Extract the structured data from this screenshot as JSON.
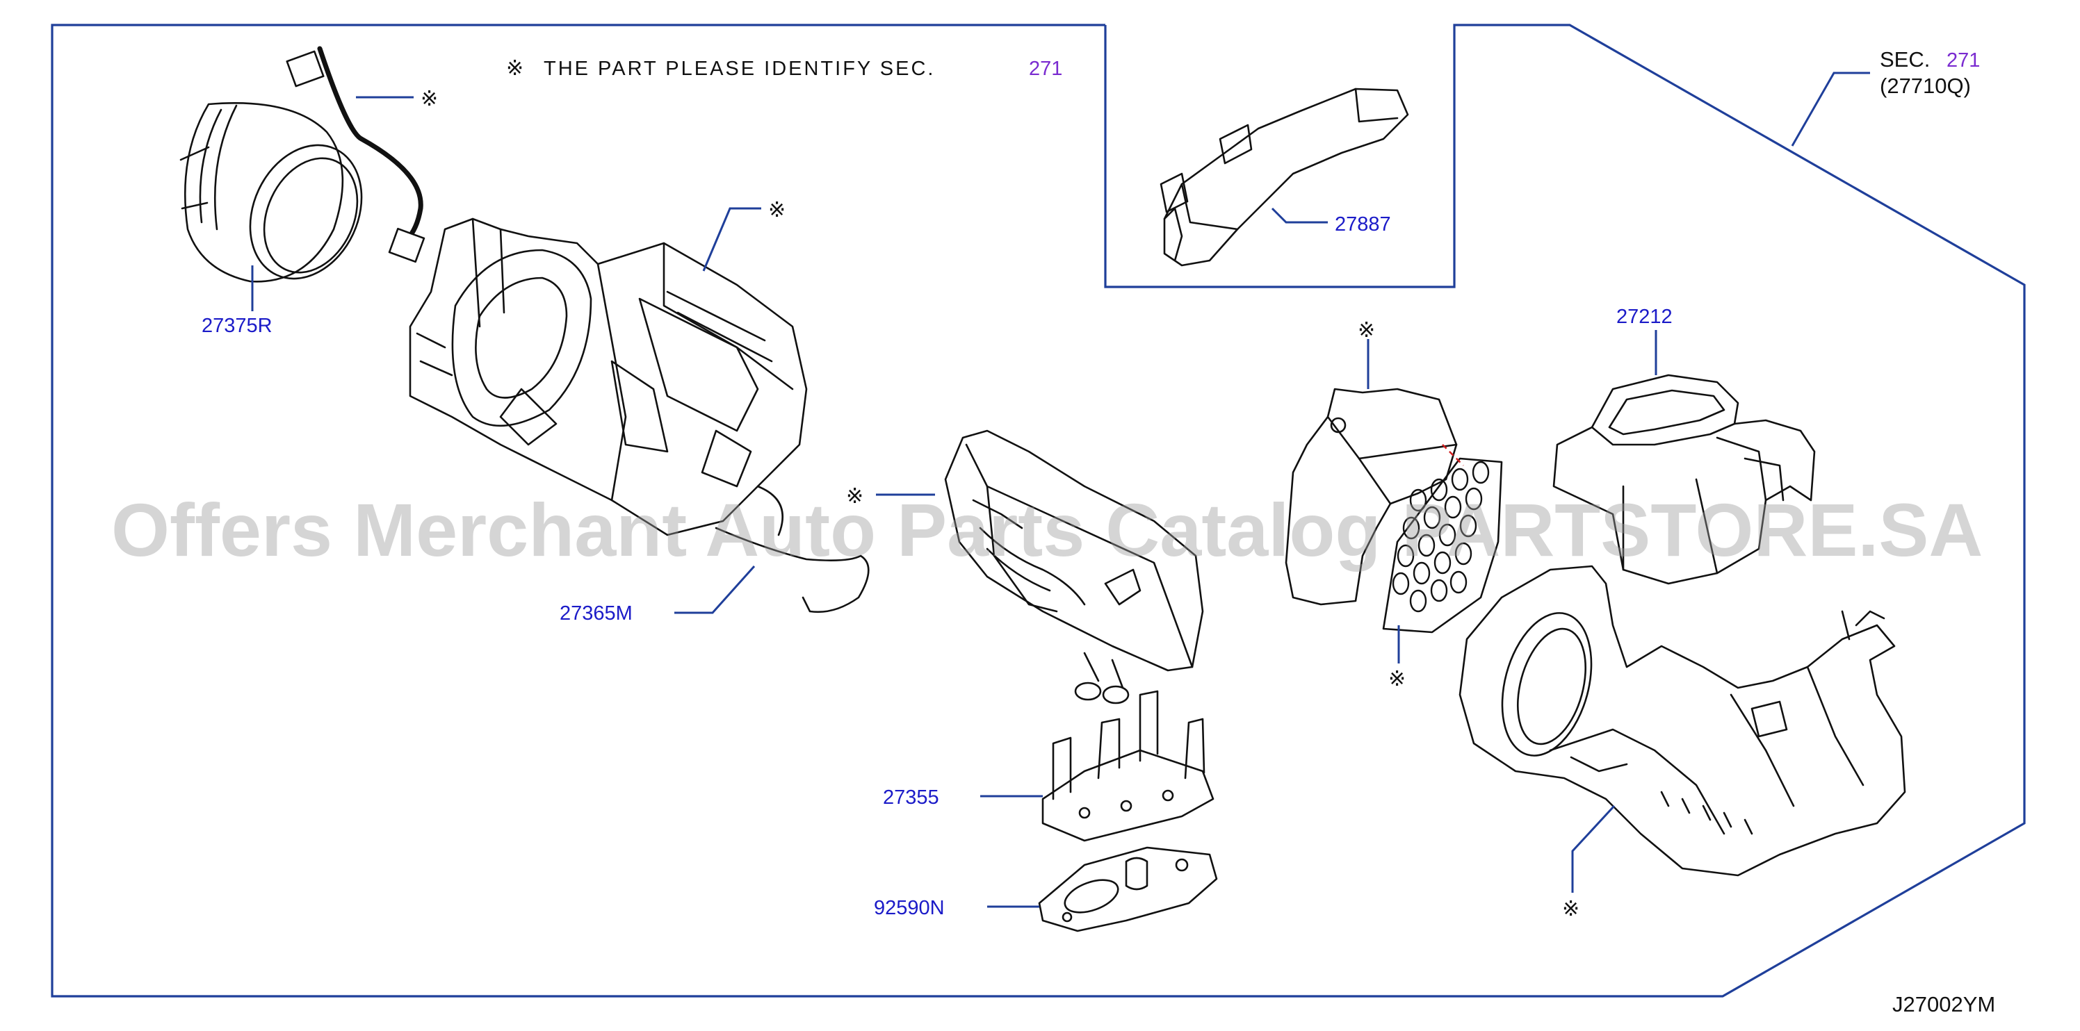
{
  "colors": {
    "frame": "#1f3f9a",
    "part_number": "#1b1bc8",
    "section_link": "#7a2bd0",
    "drawing": "#111111",
    "watermark": "#9a9a9a"
  },
  "note": {
    "mark": "※",
    "text": "THE PART PLEASE IDENTIFY SEC.",
    "section": "271"
  },
  "sec_ref": {
    "prefix": "SEC.",
    "section": "271",
    "assembly": "(27710Q)"
  },
  "parts": {
    "p27375R": "27375R",
    "p27887": "27887",
    "p27212": "27212",
    "p27365M": "27365M",
    "p27355": "27355",
    "p92590N": "92590N"
  },
  "marks": {
    "symbol": "※"
  },
  "watermark": "Offers Merchant Auto Parts Catalog PARTSTORE.SA",
  "diagram_code": "J27002YM"
}
